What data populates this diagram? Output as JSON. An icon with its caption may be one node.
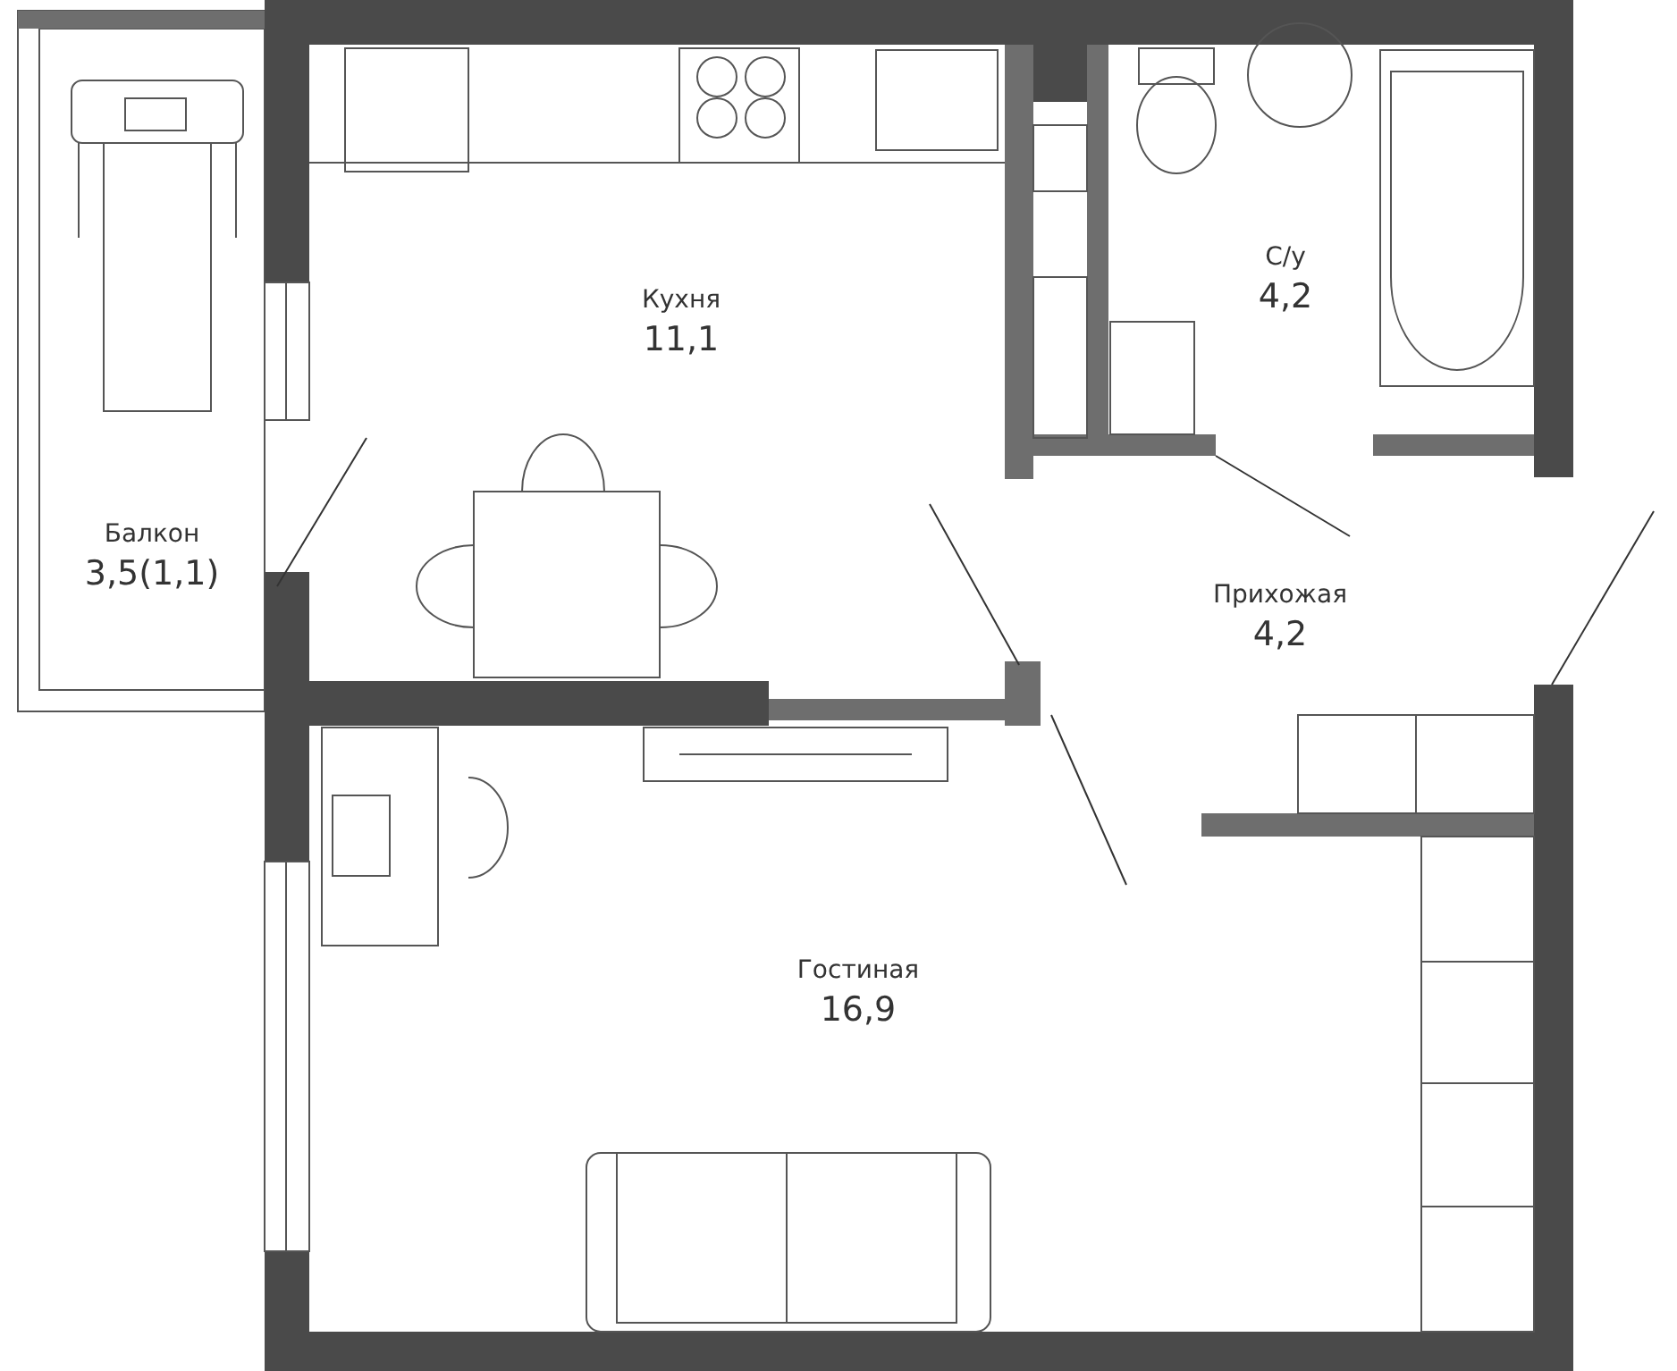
{
  "diagram": {
    "nodes": [
      {
        "text": [
          "Балкон",
          "3,5(1,1)"
        ]
      },
      {
        "text": [
          "Кухня",
          "11,1"
        ]
      },
      {
        "text": [
          "С/у",
          "4,2"
        ]
      },
      {
        "text": [
          "Прихожая",
          "4,2"
        ]
      },
      {
        "text": [
          "Гостиная",
          "16,9"
        ]
      }
    ]
  }
}
